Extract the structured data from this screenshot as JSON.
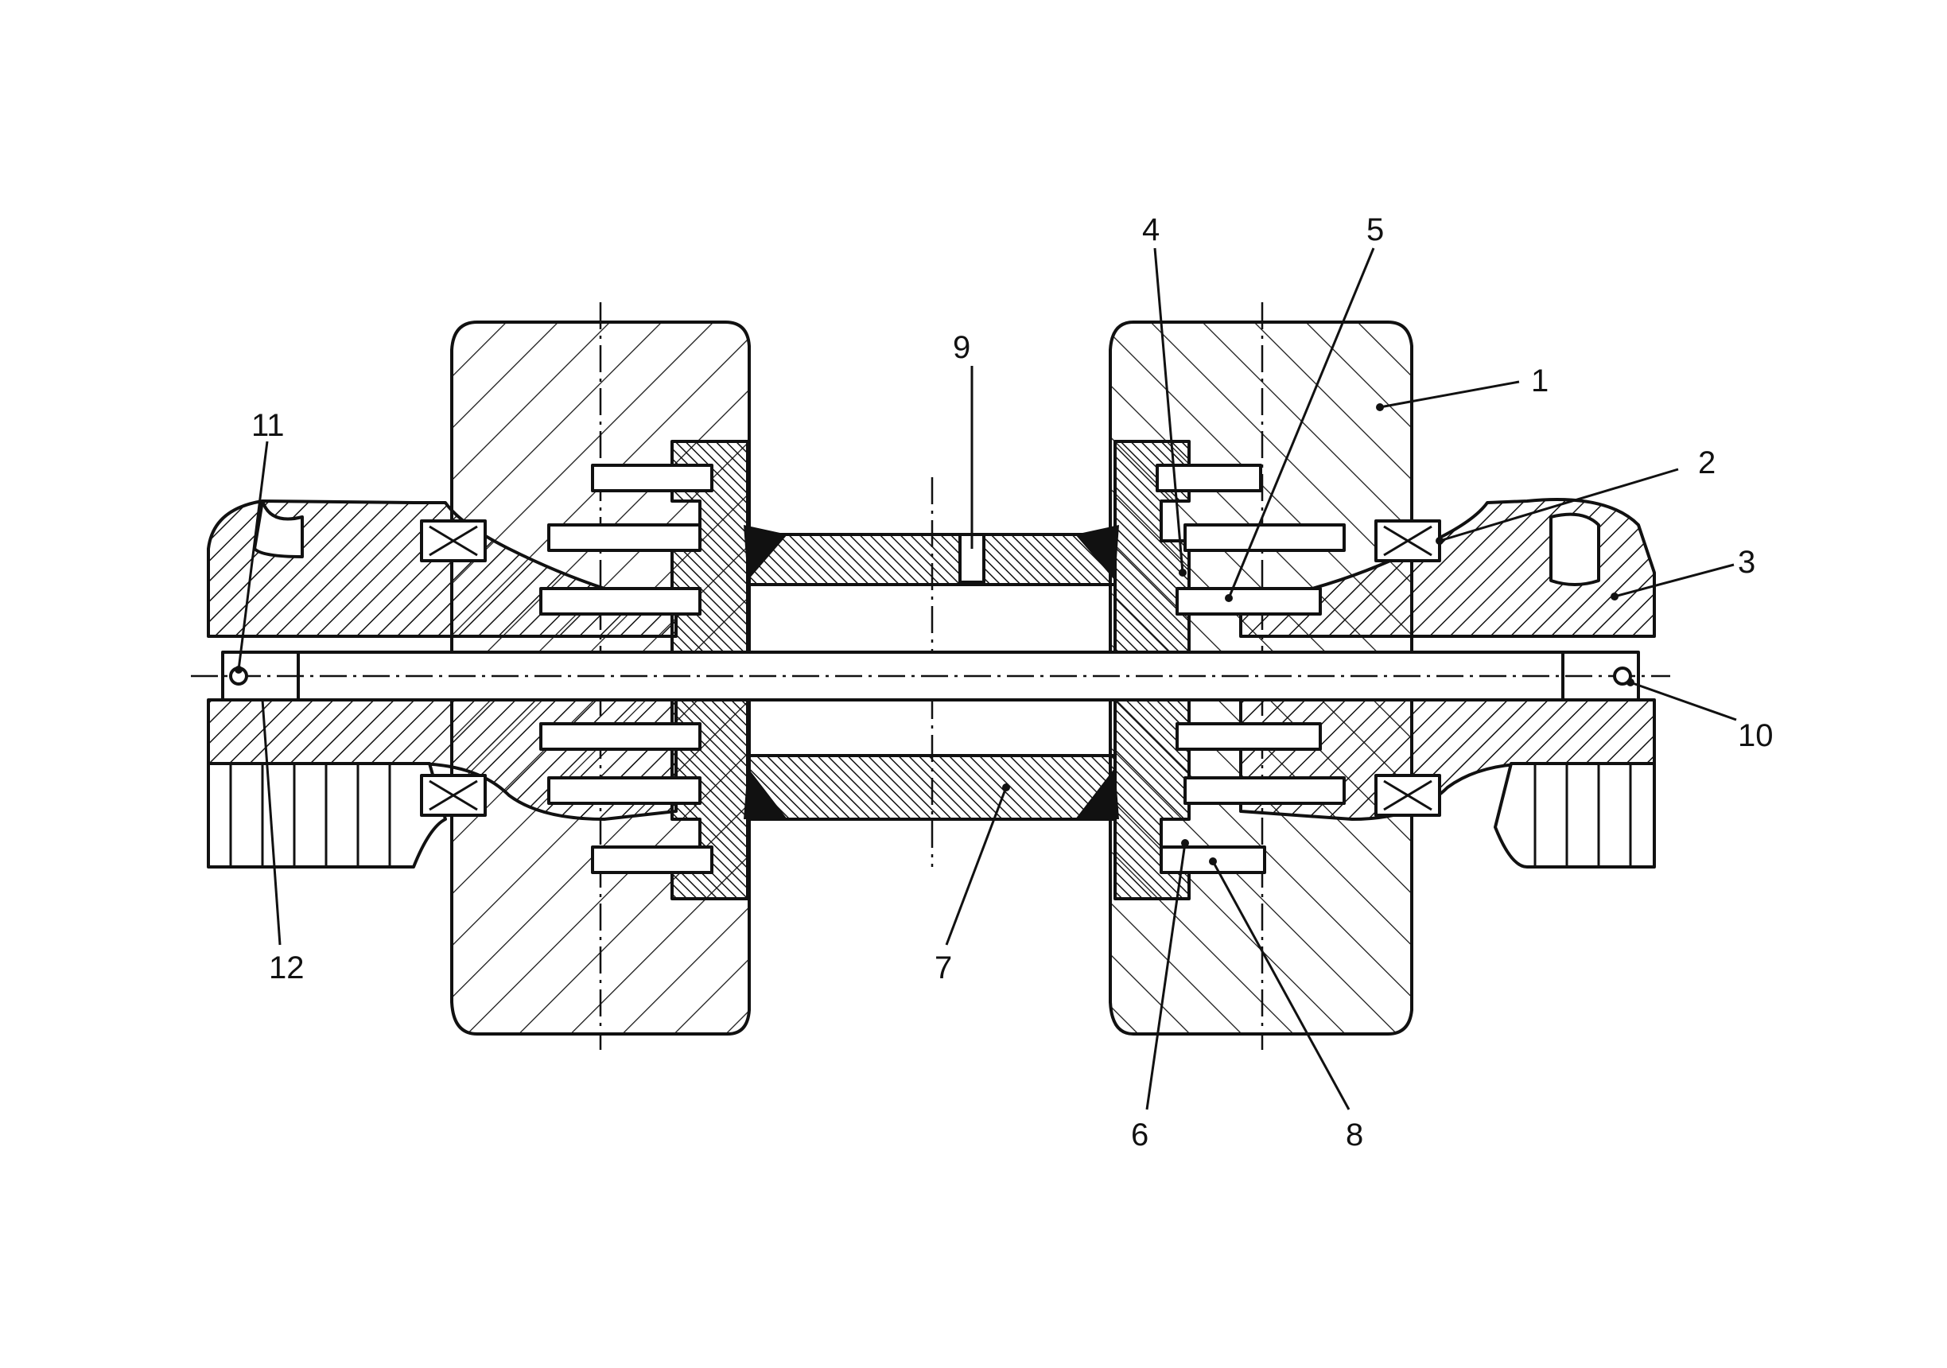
{
  "drawing": {
    "kind": "technical cross-section drawing",
    "part_labels": {
      "p1": "1",
      "p2": "2",
      "p3": "3",
      "p4": "4",
      "p5": "5",
      "p6": "6",
      "p7": "7",
      "p8": "8",
      "p9": "9",
      "p10": "10",
      "p11": "11",
      "p12": "12"
    },
    "colors": {
      "ink": "#111111",
      "paper": "#ffffff"
    }
  }
}
